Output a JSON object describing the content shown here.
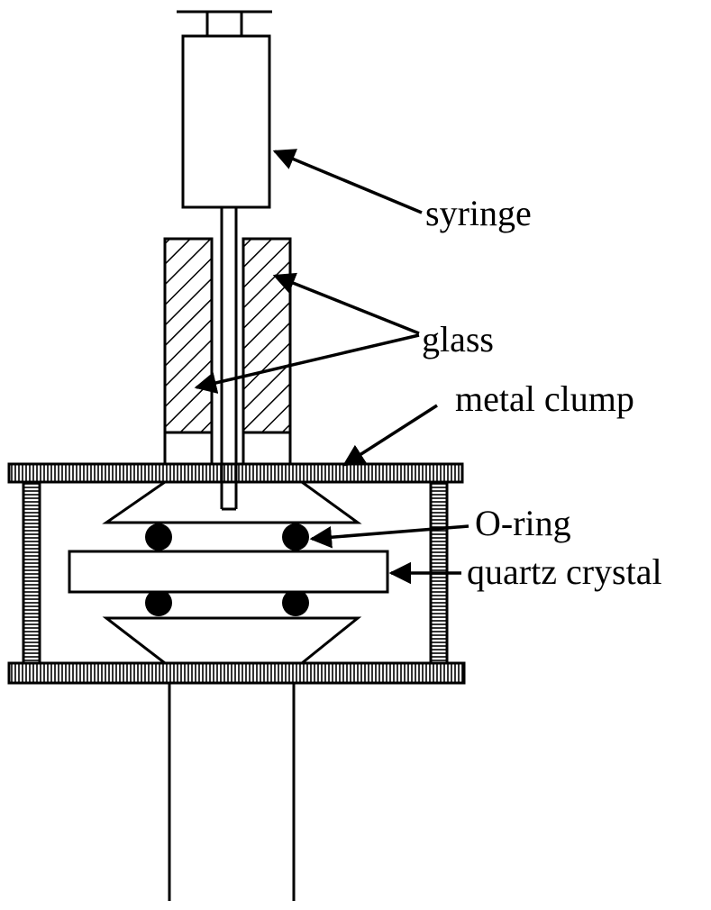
{
  "labels": {
    "syringe": "syringe",
    "glass": "glass",
    "metal_clump": "metal clump",
    "o_ring": "O-ring",
    "quartz_crystal": "quartz crystal"
  },
  "colors": {
    "ink": "#000000",
    "background": "#ffffff"
  }
}
